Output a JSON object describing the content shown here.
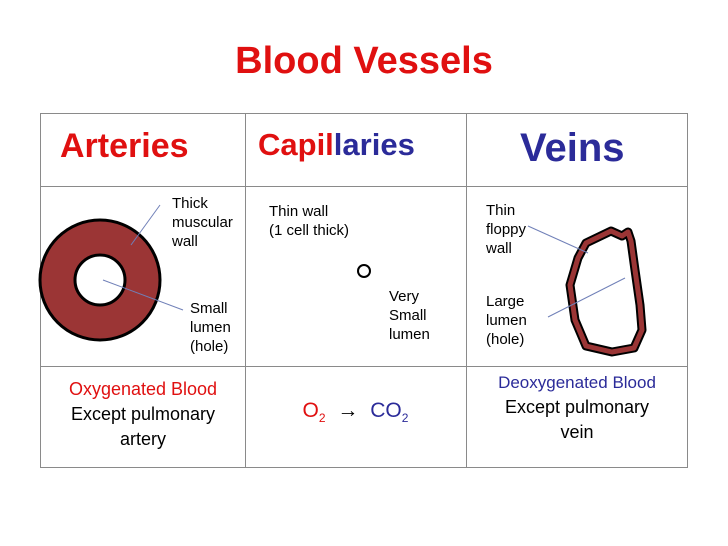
{
  "title": "Blood Vessels",
  "colors": {
    "red": "#e01010",
    "blue": "#2b2b99",
    "vessel_fill": "#9b3535"
  },
  "headers": {
    "arteries": "Arteries",
    "capillaries_a": "Capil",
    "capillaries_b": "laries",
    "veins": "Veins"
  },
  "arteries": {
    "wall_label": [
      "Thick",
      "muscular",
      "wall"
    ],
    "lumen_label": [
      "Small",
      "lumen",
      "(hole)"
    ],
    "blood": "Oxygenated Blood",
    "except_line1": "Except pulmonary",
    "except_line2": "artery"
  },
  "capillaries": {
    "wall_label": [
      "Thin wall",
      "(1 cell thick)"
    ],
    "lumen_label": [
      "Very",
      "Small",
      "lumen"
    ],
    "formula": {
      "o": "O",
      "o_sub": "2",
      "arrow": "→",
      "co": "CO",
      "co_sub": "2"
    }
  },
  "veins": {
    "wall_label": [
      "Thin",
      "floppy",
      "wall"
    ],
    "lumen_label": [
      "Large",
      "lumen",
      "(hole)"
    ],
    "blood": "Deoxygenated Blood",
    "except_line1": "Except pulmonary",
    "except_line2": "vein"
  }
}
